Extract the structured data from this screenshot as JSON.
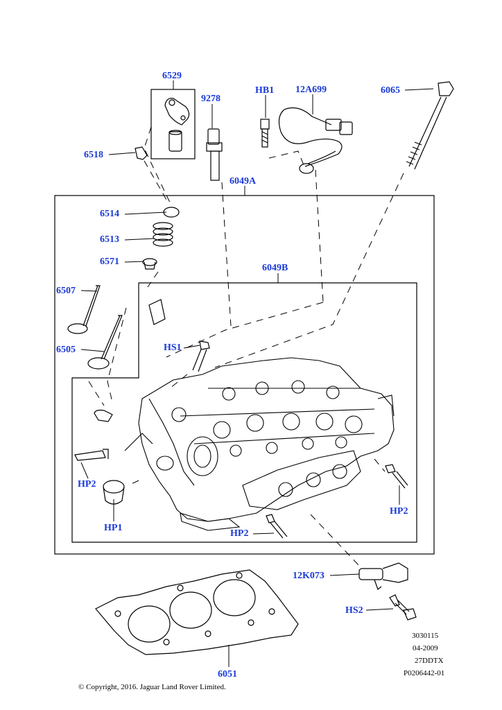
{
  "callouts": {
    "p6529": "6529",
    "p9278": "9278",
    "hb1": "HB1",
    "p12a699": "12A699",
    "p6065": "6065",
    "p6518": "6518",
    "p6049a": "6049A",
    "p6514": "6514",
    "p6513": "6513",
    "p6571": "6571",
    "p6049b": "6049B",
    "p6507": "6507",
    "hs1": "HS1",
    "p6505": "6505",
    "hp2_left": "HP2",
    "hp1": "HP1",
    "hp2_bottom": "HP2",
    "hp2_right": "HP2",
    "p12k073": "12K073",
    "hs2": "HS2",
    "p6051": "6051"
  },
  "reference": {
    "line1": "3030115",
    "line2": "04-2009",
    "line3": "27DDTX",
    "line4": "P0206442-01"
  },
  "copyright": "© Copyright, 2016. Jaguar Land Rover Limited.",
  "colors": {
    "callout": "#1a3ad6",
    "line": "#000000"
  }
}
